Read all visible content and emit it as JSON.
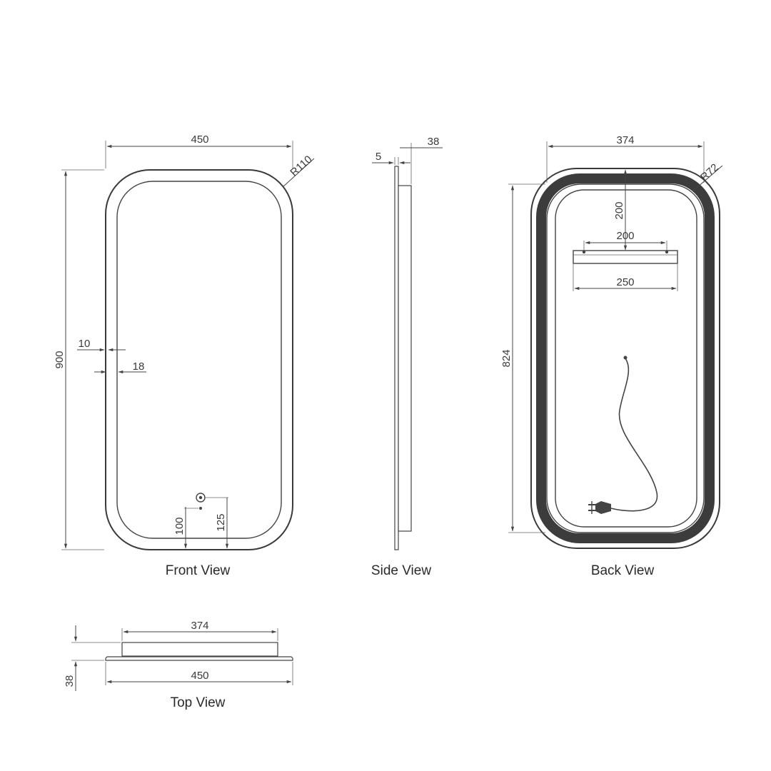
{
  "front_view": {
    "caption": "Front View",
    "dims": {
      "width": "450",
      "height": "900",
      "radius": "R110",
      "frame_inner": "10",
      "frame_outer": "18",
      "sensor_100": "100",
      "sensor_125": "125"
    }
  },
  "side_view": {
    "caption": "Side View",
    "dims": {
      "thickness_5": "5",
      "depth_38": "38"
    }
  },
  "back_view": {
    "caption": "Back View",
    "dims": {
      "width": "374",
      "radius": "R72",
      "height": "824",
      "bracket_offset": "200",
      "bracket_holes": "200",
      "bracket_width": "250"
    }
  },
  "top_view": {
    "caption": "Top View",
    "dims": {
      "back_width": "374",
      "front_width": "450",
      "depth": "38"
    }
  },
  "colors": {
    "line": "#444444",
    "led_band": "#3c3c3c",
    "background": "#ffffff"
  }
}
